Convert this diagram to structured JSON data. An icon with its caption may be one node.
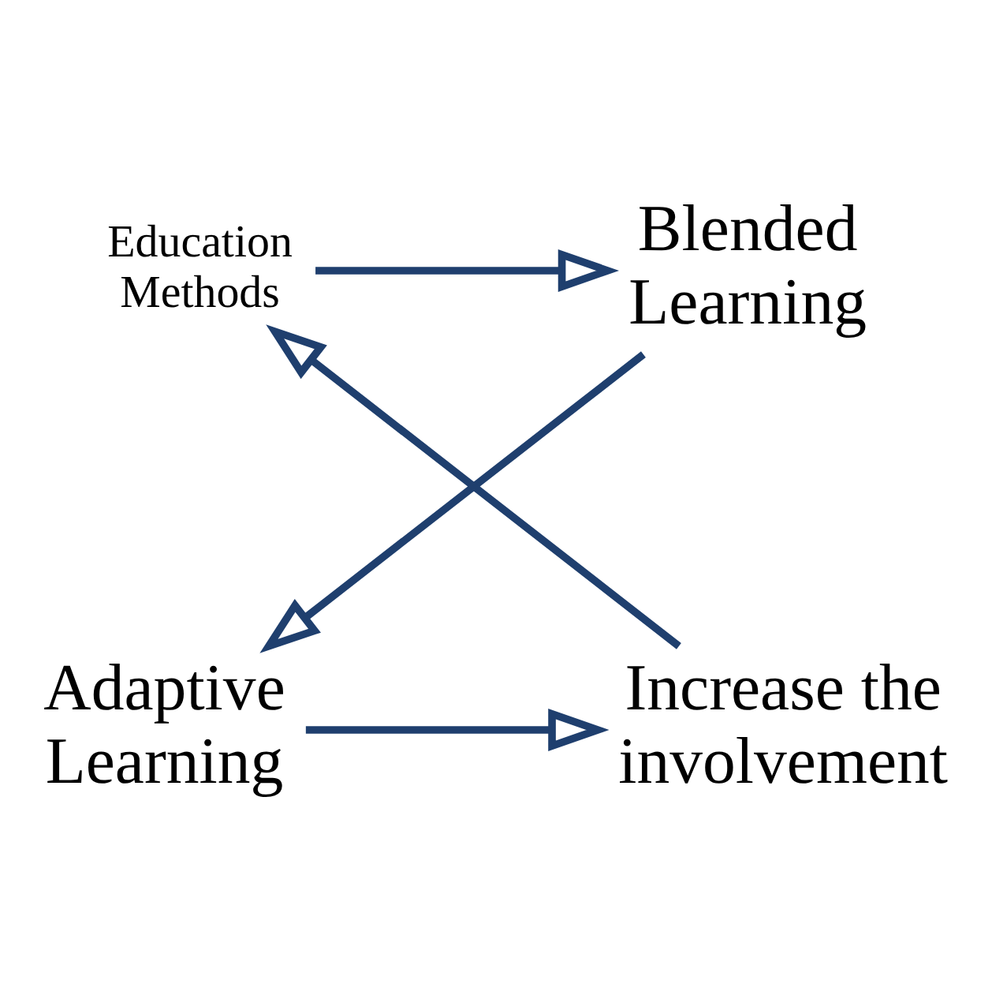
{
  "diagram": {
    "nodes": [
      {
        "text": [
          "Education Methods"
        ]
      },
      {
        "text": [
          "Blended Learning"
        ]
      },
      {
        "text": [
          "Adaptive Learning"
        ]
      },
      {
        "text": [
          "Increase the involvement"
        ]
      }
    ],
    "edges": [
      {
        "from": 0,
        "to": 1,
        "arrow": "to"
      },
      {
        "from": 1,
        "to": 2,
        "arrow": "to"
      },
      {
        "from": 2,
        "to": 3,
        "arrow": "to"
      },
      {
        "from": 3,
        "to": 0,
        "arrow": "to"
      }
    ]
  }
}
